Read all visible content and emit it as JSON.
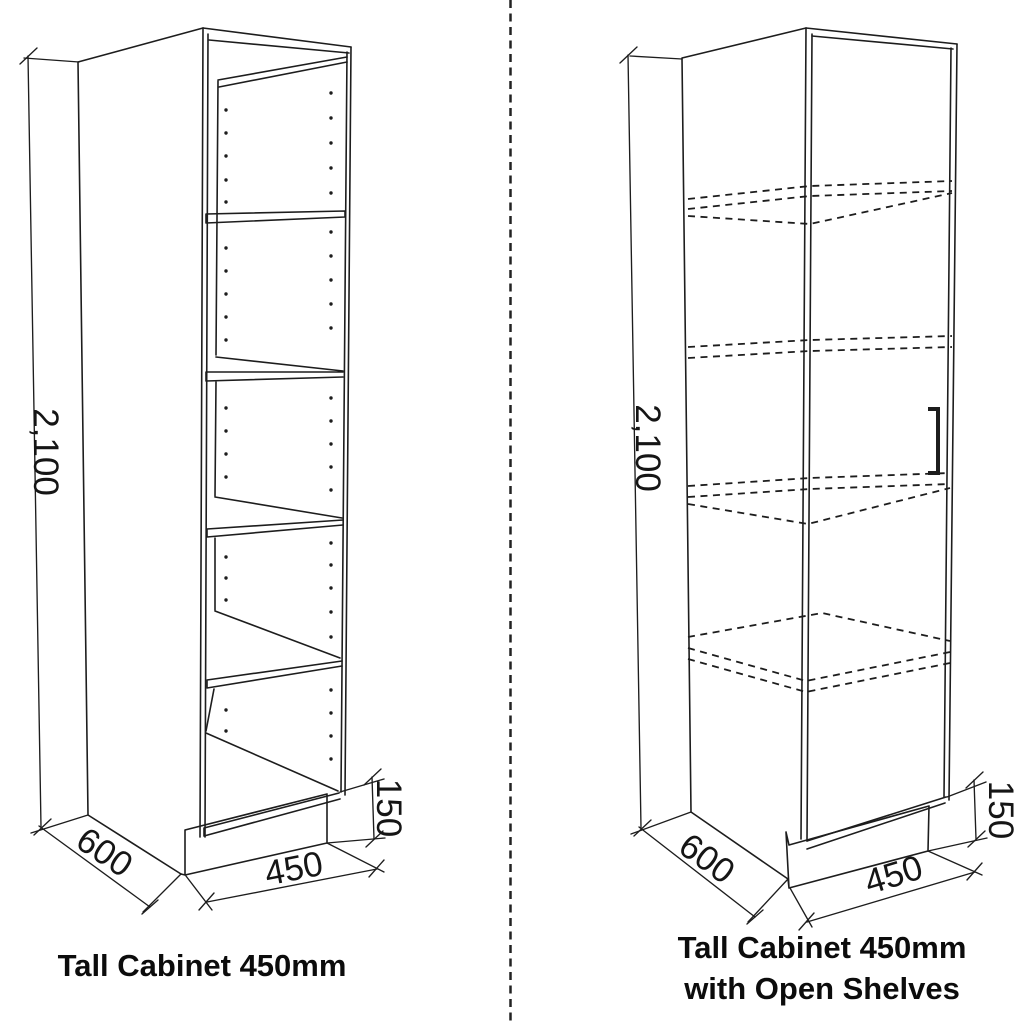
{
  "colors": {
    "background": "#ffffff",
    "line": "#1d1d1d",
    "text": "#151515"
  },
  "divider": {
    "type": "vertical-dashed-line"
  },
  "left_figure": {
    "caption": "Tall Cabinet 450mm",
    "dimensions": {
      "height": "2,100",
      "depth": "600",
      "width": "450",
      "plinth_height": "150"
    }
  },
  "right_figure": {
    "caption_line_1": "Tall Cabinet 450mm",
    "caption_line_2": "with Open Shelves",
    "dimensions": {
      "height": "2,100",
      "depth": "600",
      "width": "450",
      "plinth_height": "150"
    }
  }
}
